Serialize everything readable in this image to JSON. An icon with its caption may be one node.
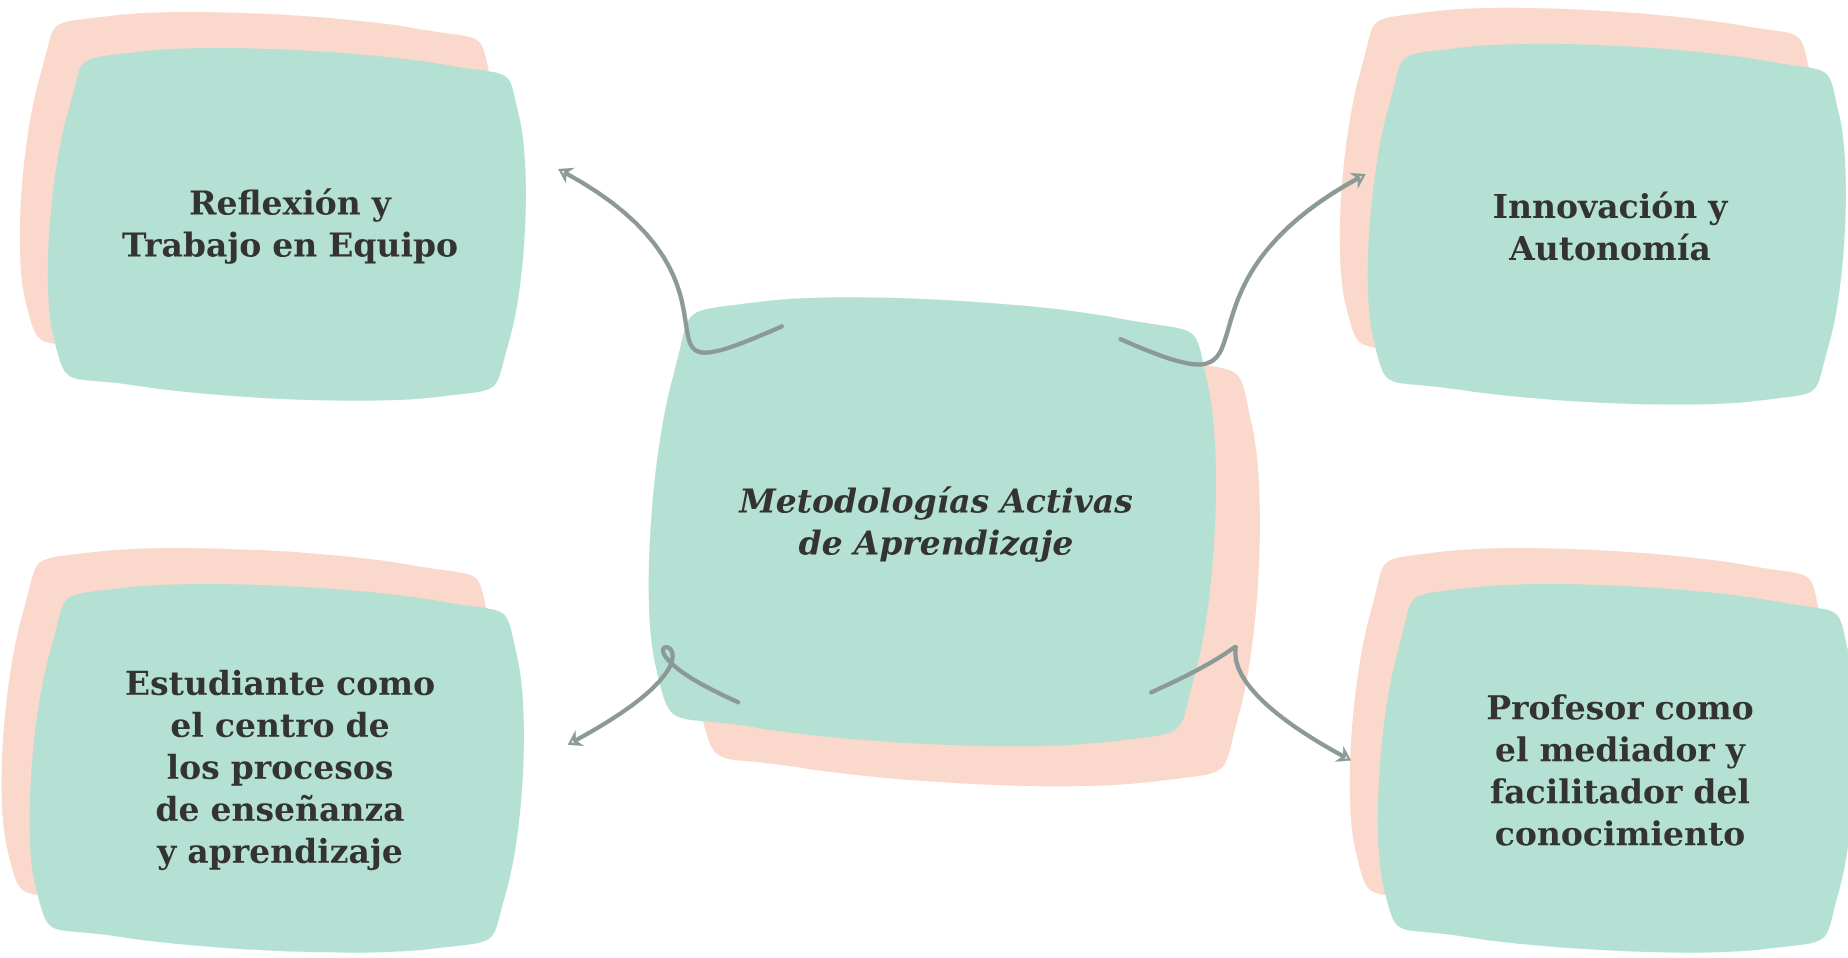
{
  "diagram": {
    "nodes": [
      {
        "text": [
          "Metodologías Activas de Aprendizaje"
        ]
      },
      {
        "text": [
          "Reflexión y Trabajo en Equipo"
        ]
      },
      {
        "text": [
          "Innovación y Autonomía"
        ]
      },
      {
        "text": [
          "Estudiante como el centro de los procesos de enseñanza y aprendizaje"
        ]
      },
      {
        "text": [
          "Profesor como el mediador y facilitador del conocimiento"
        ]
      }
    ],
    "edges": [
      {
        "from": 0,
        "to": 1,
        "arrow": "to"
      },
      {
        "from": 0,
        "to": 2,
        "arrow": "to"
      },
      {
        "from": 0,
        "to": 3,
        "arrow": "to"
      },
      {
        "from": 0,
        "to": 4,
        "arrow": "to"
      }
    ]
  }
}
